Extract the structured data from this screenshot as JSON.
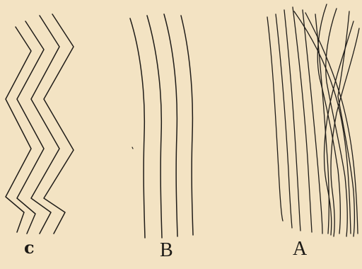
{
  "figure": {
    "panels": [
      {
        "id": "C",
        "label": "c",
        "fiber_form": "zigzag"
      },
      {
        "id": "B",
        "label": "B",
        "fiber_form": "parallel-wavy"
      },
      {
        "id": "A",
        "label": "A",
        "fiber_form": "interlaced"
      }
    ],
    "colors": {
      "background": "#f3e3c3",
      "ink": "#1f1c18"
    }
  }
}
